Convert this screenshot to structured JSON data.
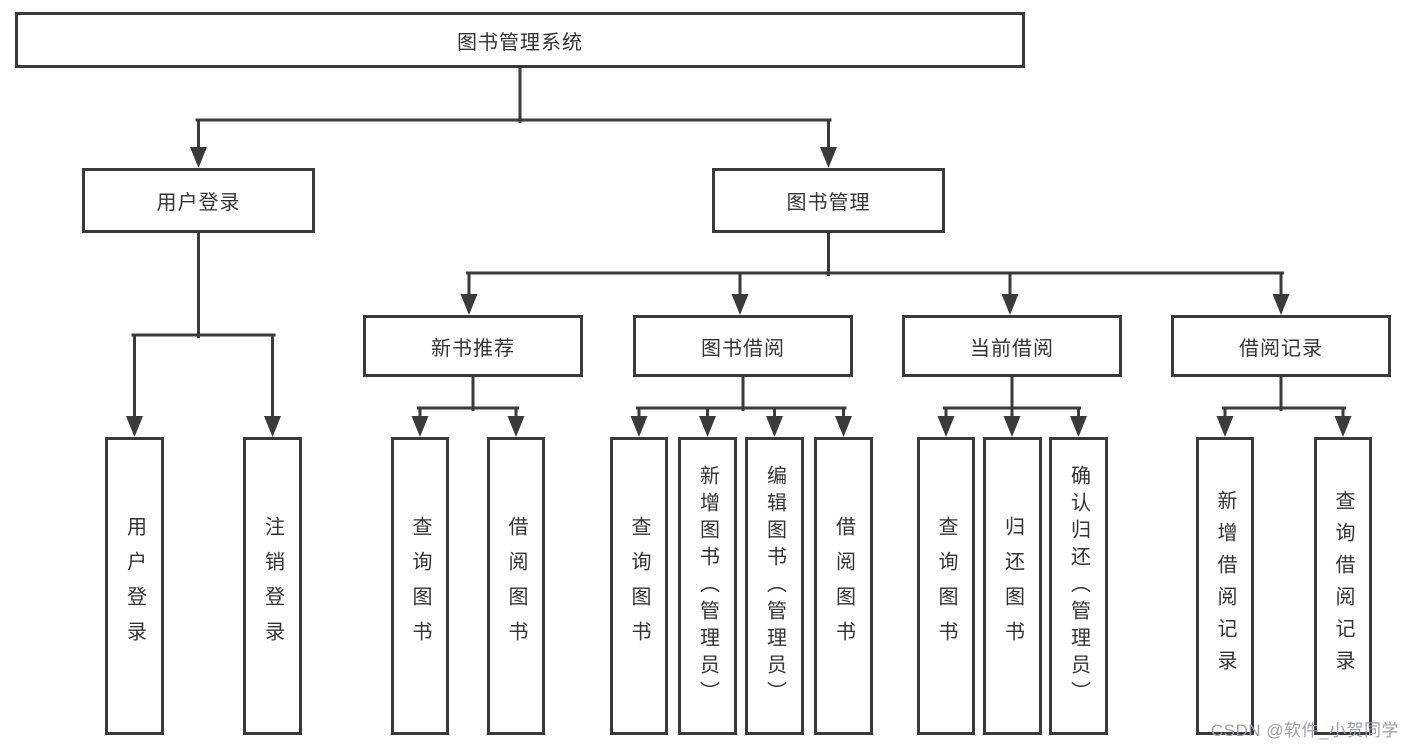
{
  "diagram": {
    "root": {
      "label": "图书管理系统"
    },
    "login_branch": {
      "label": "用户登录",
      "children": [
        {
          "label": "用户登录"
        },
        {
          "label": "注销登录"
        }
      ]
    },
    "mgmt_branch": {
      "label": "图书管理",
      "groups": [
        {
          "label": "新书推荐",
          "children": [
            {
              "label": "查询图书"
            },
            {
              "label": "借阅图书"
            }
          ]
        },
        {
          "label": "图书借阅",
          "children": [
            {
              "label": "查询图书"
            },
            {
              "label": "新增图书（管理员）"
            },
            {
              "label": "编辑图书（管理员）"
            },
            {
              "label": "借阅图书"
            }
          ]
        },
        {
          "label": "当前借阅",
          "children": [
            {
              "label": "查询图书"
            },
            {
              "label": "归还图书"
            },
            {
              "label": "确认归还（管理员）"
            }
          ]
        },
        {
          "label": "借阅记录",
          "children": [
            {
              "label": "新增借阅记录"
            },
            {
              "label": "查询借阅记录"
            }
          ]
        }
      ]
    }
  },
  "watermark": "CSDN @软件_小贺同学",
  "colors": {
    "line": "#3a3a3a",
    "text": "#333333",
    "watermark": "#9aa0a6",
    "background": "#ffffff"
  }
}
